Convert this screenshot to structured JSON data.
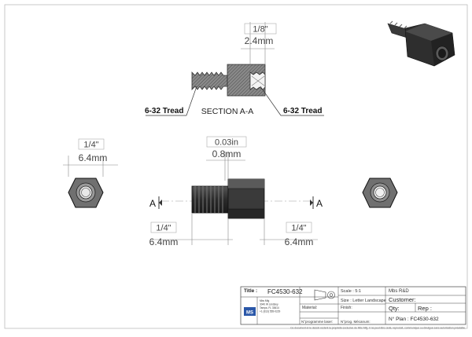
{
  "section": {
    "dim_inch": "1/8\"",
    "dim_mm": "2.4mm",
    "label": "SECTION A-A",
    "thread_left": "6-32 Tread",
    "thread_right": "6-32 Tread"
  },
  "end_view": {
    "dim_inch": "1/4\"",
    "dim_mm": "6.4mm"
  },
  "front_view": {
    "gap_inch": "0.03in",
    "gap_mm": "0.8mm",
    "section_left": "A",
    "section_right": "A",
    "left_dim_inch": "1/4\"",
    "left_dim_mm": "6.4mm",
    "right_dim_inch": "1/4\"",
    "right_dim_mm": "6.4mm"
  },
  "title_block": {
    "title_label": "Title :",
    "title_value": "FC4530-632",
    "scale": "Scale : 5:1",
    "size": "Size : Letter Landscape",
    "company": "Mbs R&D",
    "customer_label": "Customer:",
    "material_label": "Material:",
    "finish_label": "Finish:",
    "qty_label": "Qty:",
    "rep_label": "Rep :",
    "programme": "N°programme laser:",
    "prog_mecanum": "N°prog. Mécanum:",
    "plan_no": "N° Plan : FC4530-632",
    "logo_text": "MS",
    "address_lines": [
      "Mbs Mfg",
      "3040 W Lindsley",
      "Tampa, FL 33614",
      "+1 (813) 555-0229"
    ],
    "footer_note": "Ce document et le dessin restent la propriété exclusive de Mbs Mfg. Il ne peut être cédé, reproduit, communiqué ou divulgué sans autorisation préalable."
  }
}
